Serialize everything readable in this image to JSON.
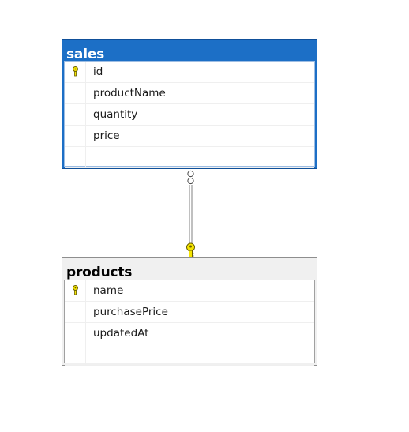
{
  "diagram": {
    "tables": [
      {
        "name": "sales",
        "selected": true,
        "columns": [
          {
            "name": "id",
            "primary_key": true
          },
          {
            "name": "productName",
            "primary_key": false
          },
          {
            "name": "quantity",
            "primary_key": false
          },
          {
            "name": "price",
            "primary_key": false
          }
        ]
      },
      {
        "name": "products",
        "selected": false,
        "columns": [
          {
            "name": "name",
            "primary_key": true
          },
          {
            "name": "purchasePrice",
            "primary_key": false
          },
          {
            "name": "updatedAt",
            "primary_key": false
          }
        ]
      }
    ],
    "relationship": {
      "from": "sales",
      "to": "products",
      "from_end": "infinity-icon",
      "to_end": "key-icon"
    },
    "colors": {
      "selected_header": "#1c6fc6",
      "unselected_header": "#f0f0f0",
      "key_icon": "#f5d800"
    }
  }
}
